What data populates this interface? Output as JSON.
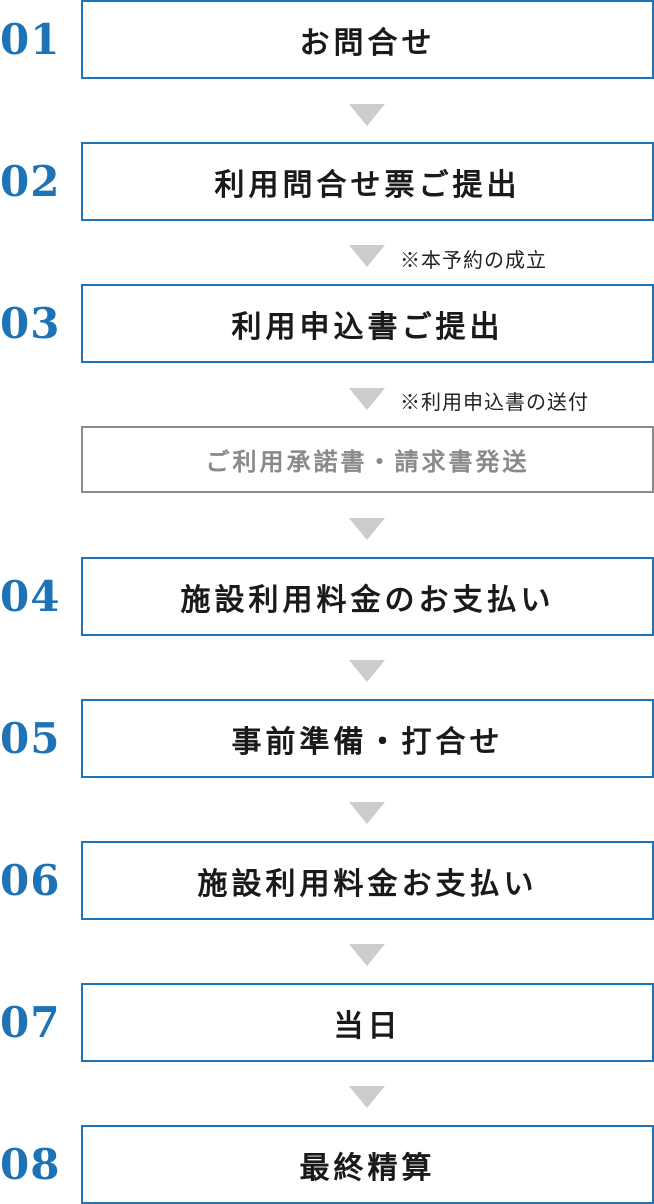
{
  "steps": [
    {
      "number": "01",
      "label": "お問合せ"
    },
    {
      "number": "02",
      "label": "利用問合せ票ご提出"
    },
    {
      "number": "03",
      "label": "利用申込書ご提出"
    },
    {
      "number": "04",
      "label": "施設利用料金のお支払い"
    },
    {
      "number": "05",
      "label": "事前準備・打合せ"
    },
    {
      "number": "06",
      "label": "施設利用料金お支払い"
    },
    {
      "number": "07",
      "label": "当日"
    },
    {
      "number": "08",
      "label": "最終精算"
    }
  ],
  "notes": {
    "after_step_02": "※本予約の成立",
    "after_step_03": "※利用申込書の送付"
  },
  "intermediate": {
    "label": "ご利用承諾書・請求書発送"
  },
  "colors": {
    "accent": "#1d73b6",
    "border_blue": "#1f73b7",
    "border_gray": "#8a8a8a",
    "arrow": "#cccccc",
    "text": "#1a1a1a"
  }
}
